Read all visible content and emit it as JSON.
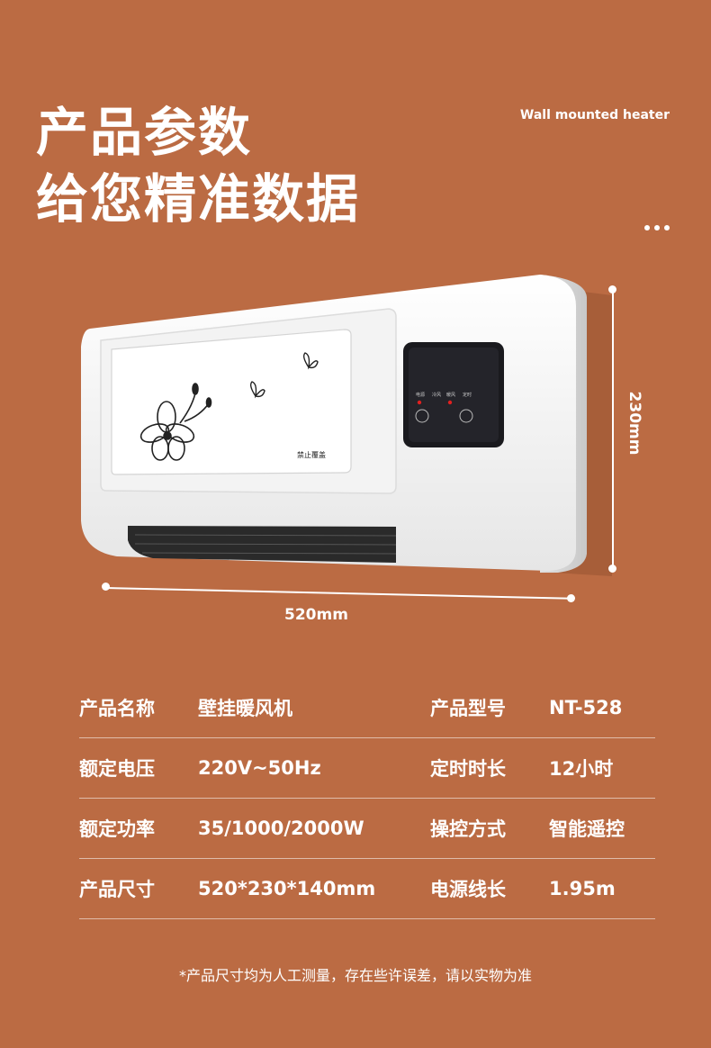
{
  "header": {
    "title_line1": "产品参数",
    "title_line2": "给您精准数据",
    "subtitle": "Wall mounted heater"
  },
  "product_image": {
    "panel_label": "禁止覆盖",
    "control_labels": [
      "电源",
      "冷风",
      "暖风",
      "定时"
    ],
    "width_label": "520mm",
    "height_label": "230mm"
  },
  "specs": [
    {
      "label1": "产品名称",
      "value1": "壁挂暖风机",
      "label2": "产品型号",
      "value2": "NT-528"
    },
    {
      "label1": "额定电压",
      "value1": "220V~50Hz",
      "label2": "定时时长",
      "value2": "12小时"
    },
    {
      "label1": "额定功率",
      "value1": "35/1000/2000W",
      "label2": "操控方式",
      "value2": "智能遥控"
    },
    {
      "label1": "产品尺寸",
      "value1": "520*230*140mm",
      "label2": "电源线长",
      "value2": "1.95m"
    }
  ],
  "footnote": "*产品尺寸均为人工测量，存在些许误差，请以实物为准",
  "colors": {
    "background": "#bb6b43",
    "text": "#ffffff",
    "heater_body": "#f5f5f5",
    "control_panel": "#1a1a1e",
    "indicator": "#e02020"
  }
}
